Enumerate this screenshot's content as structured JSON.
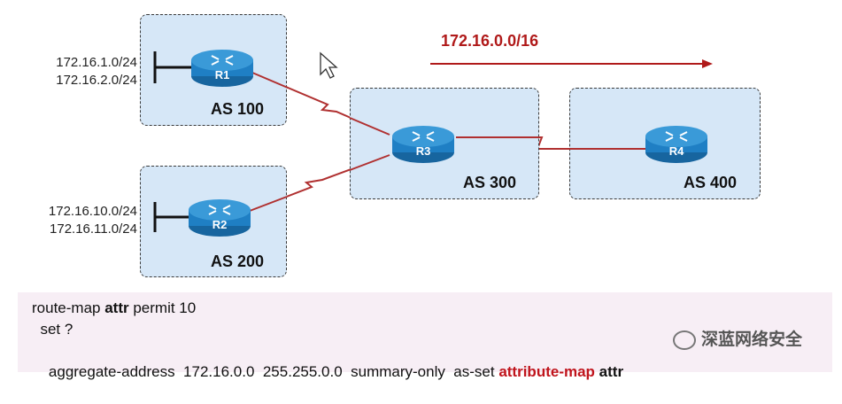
{
  "summary_route": "172.16.0.0/16",
  "autonomous_systems": [
    {
      "label": "AS 100"
    },
    {
      "label": "AS 200"
    },
    {
      "label": "AS 300"
    },
    {
      "label": "AS 400"
    }
  ],
  "routers": [
    {
      "name": "R1"
    },
    {
      "name": "R2"
    },
    {
      "name": "R3"
    },
    {
      "name": "R4"
    }
  ],
  "networks": {
    "r1": [
      "172.16.1.0/24",
      "172.16.2.0/24"
    ],
    "r2": [
      "172.16.10.0/24",
      "172.16.11.0/24"
    ]
  },
  "config": {
    "line1_pre": "route-map ",
    "line1_kw": "attr",
    "line1_post": " permit 10",
    "line2": "  set ?",
    "line3_pre": "aggregate-address  172.16.0.0  255.255.0.0  summary-only  as-set ",
    "line3_red": "attribute-map",
    "line3_kw": " attr"
  },
  "watermark": "深蓝网络安全",
  "colors": {
    "as_fill": "#d6e7f7",
    "link": "#b03030",
    "summary_arrow": "#b01a1a",
    "router_body": "#1f7fc4"
  }
}
